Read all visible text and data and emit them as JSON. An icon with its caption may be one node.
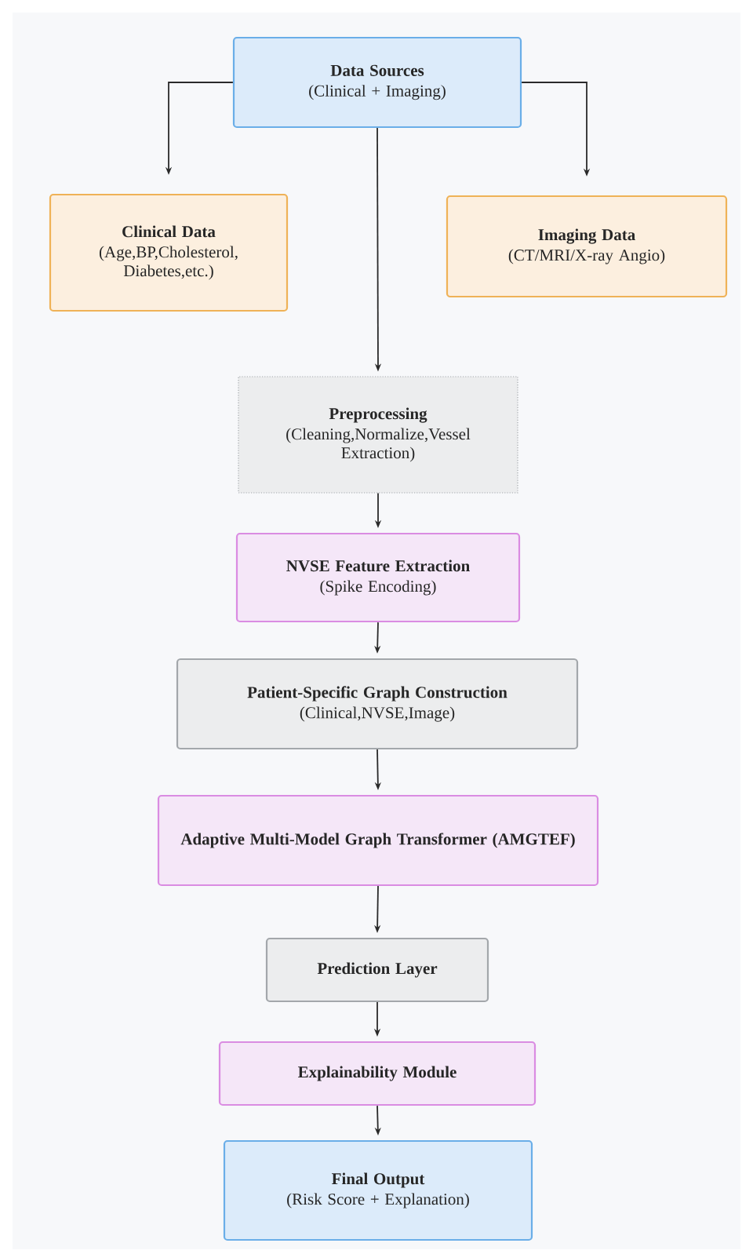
{
  "diagram": {
    "nodes": [
      {
        "text": [
          "Data Sources",
          "(Clinical + Imaging)"
        ]
      },
      {
        "text": [
          "Clinical Data",
          "(Age,BP,Cholesterol, Diabetes,etc.)"
        ]
      },
      {
        "text": [
          "Imaging Data",
          "(CT/MRI/X-ray Angio)"
        ]
      },
      {
        "text": [
          "Preprocessing",
          "(Cleaning,Normalize,Vessel Extraction)"
        ]
      },
      {
        "text": [
          "NVSE Feature Extraction",
          "(Spike Encoding)"
        ]
      },
      {
        "text": [
          "Patient-Specific Graph Construction",
          "(Clinical,NVSE,Image)"
        ]
      },
      {
        "text": [
          "Adaptive Multi-Model Graph Transformer (AMGTEF)"
        ]
      },
      {
        "text": [
          "Prediction Layer"
        ]
      },
      {
        "text": [
          "Explainability Module"
        ]
      },
      {
        "text": [
          "Final Output",
          "(Risk Score + Explanation)"
        ]
      }
    ],
    "edges": [
      {
        "from": 0,
        "to": 1,
        "arrow": "to"
      },
      {
        "from": 0,
        "to": 2,
        "arrow": "to"
      },
      {
        "from": 0,
        "to": 3,
        "arrow": "to"
      },
      {
        "from": 3,
        "to": 4,
        "arrow": "to"
      },
      {
        "from": 4,
        "to": 5,
        "arrow": "to"
      },
      {
        "from": 5,
        "to": 6,
        "arrow": "to"
      },
      {
        "from": 6,
        "to": 7,
        "arrow": "to"
      },
      {
        "from": 7,
        "to": 8,
        "arrow": "to"
      },
      {
        "from": 8,
        "to": 9,
        "arrow": "to"
      }
    ]
  }
}
